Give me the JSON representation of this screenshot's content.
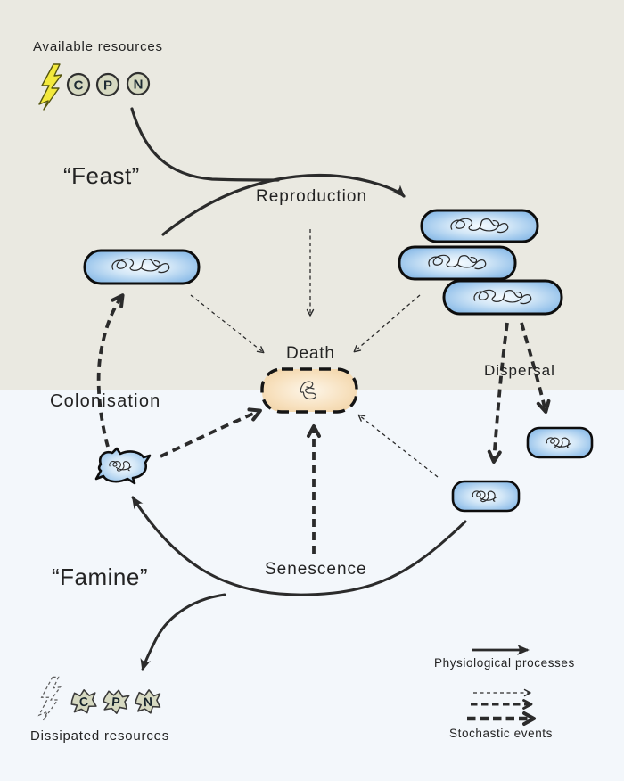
{
  "scene": {
    "phase_feast": "“Feast”",
    "phase_famine": "“Famine”",
    "available_resources": "Available resources",
    "dissipated_resources": "Dissipated resources",
    "processes": {
      "reproduction": "Reproduction",
      "death": "Death",
      "dispersal": "Dispersal",
      "colonisation": "Colonisation",
      "senescence": "Senescence"
    },
    "resources": {
      "carbon": "C",
      "phosphorus": "P",
      "nitrogen": "N"
    },
    "legend": {
      "physiological": "Physiological processes",
      "stochastic": "Stochastic events"
    },
    "colors": {
      "feast_bg": "#eae9e1",
      "famine_bg": "#f3f7fb",
      "cell_glow": "#f5fbff",
      "cell_light": "#d3e7f7",
      "cell_mid": "#9cc6ec",
      "cell_edge": "#73a9dc",
      "death_glow": "#fdf6e9",
      "death_mid": "#f7e0bd",
      "death_edge": "#eecd9c",
      "lightning": "#f3e93c",
      "chip": "#d6d9c1",
      "line": "#2b2b2b",
      "ink": "#232323"
    }
  }
}
